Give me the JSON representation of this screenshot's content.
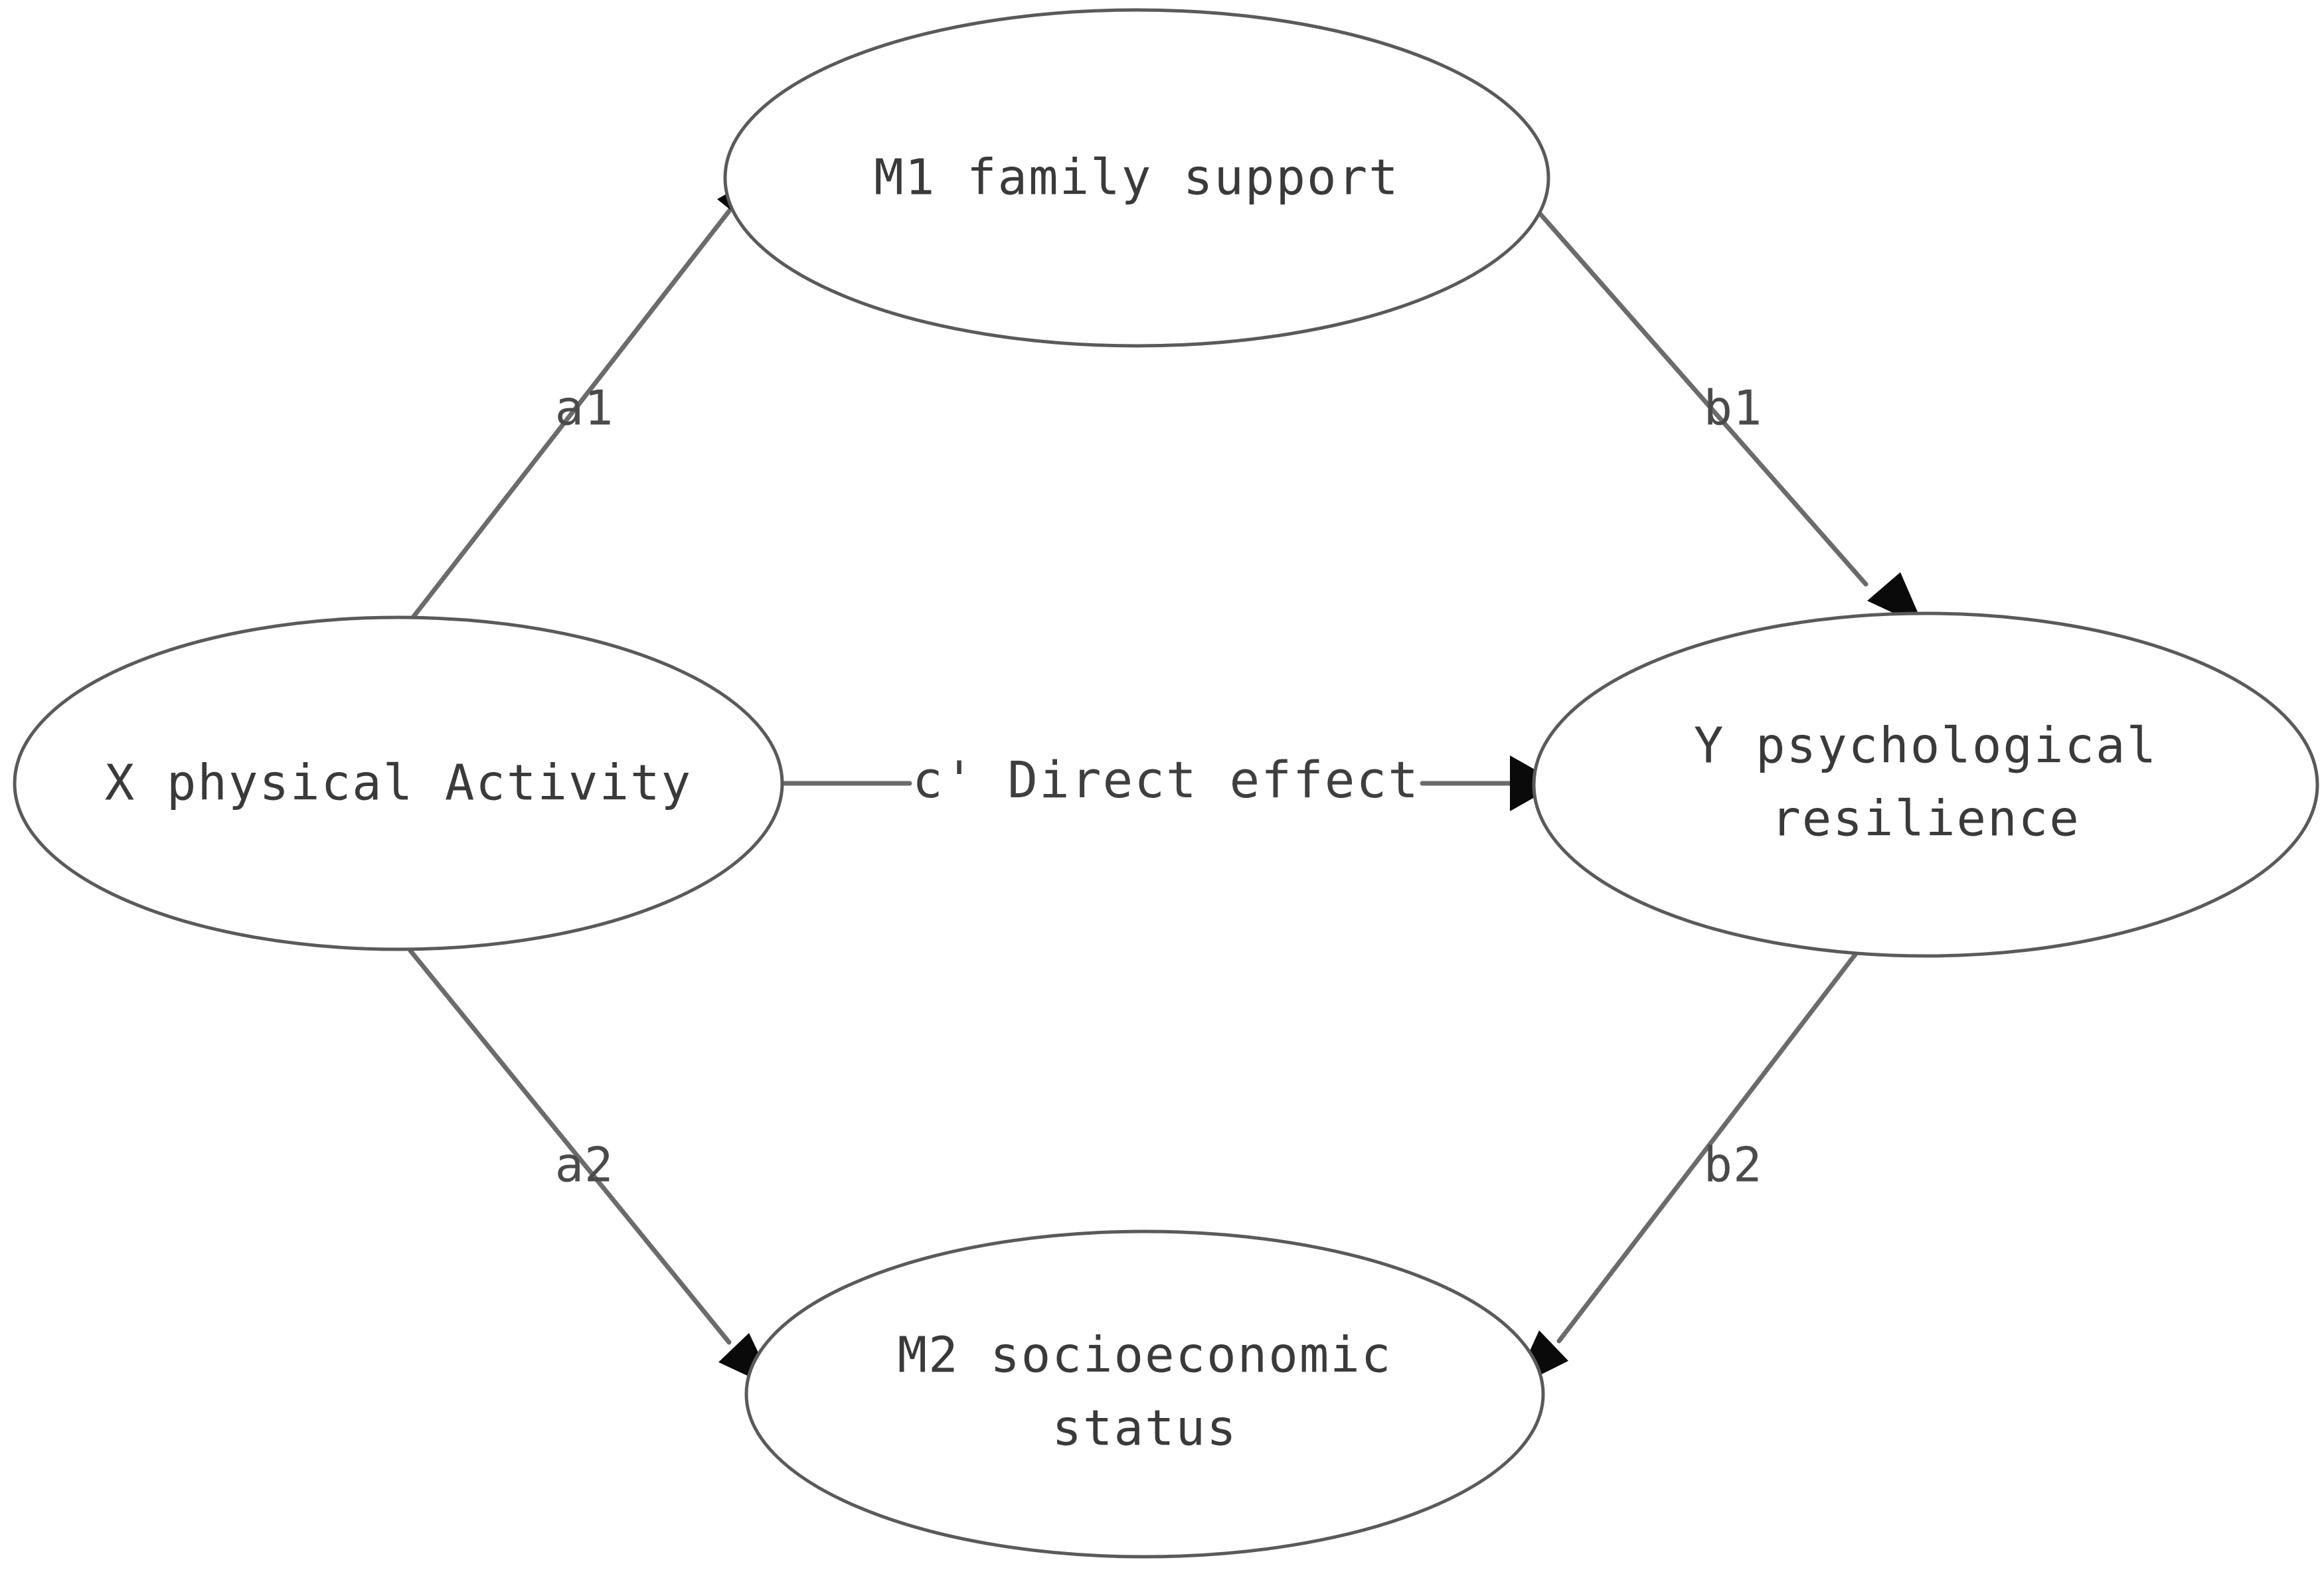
{
  "diagram": {
    "type": "mediation-path-model",
    "background_color": "#ffffff",
    "stroke_color": "#5a5a5a",
    "arrow_color": "#0a0a0a",
    "text_color": "#3a3a3a",
    "nodes": [
      {
        "id": "M1",
        "role": "mediator",
        "shape": "ellipse",
        "label": "M1 family support",
        "lines": [
          "M1 family support"
        ],
        "position": "top-center"
      },
      {
        "id": "X",
        "role": "independent-variable",
        "shape": "ellipse",
        "label": "X physical Activity",
        "lines": [
          "X physical Activity"
        ],
        "position": "middle-left"
      },
      {
        "id": "Y",
        "role": "dependent-variable",
        "shape": "ellipse",
        "label": "Y psychological resilience",
        "lines": [
          "Y psychological",
          "resilience"
        ],
        "position": "middle-right"
      },
      {
        "id": "M2",
        "role": "mediator",
        "shape": "ellipse",
        "label": "M2 socioeconomic status",
        "lines": [
          "M2 socioeconomic",
          "status"
        ],
        "position": "bottom-center"
      }
    ],
    "edges": [
      {
        "id": "a1",
        "label": "a1",
        "from": "X",
        "to": "M1",
        "arrow": true
      },
      {
        "id": "b1",
        "label": "b1",
        "from": "M1",
        "to": "Y",
        "arrow": true
      },
      {
        "id": "a2",
        "label": "a2",
        "from": "X",
        "to": "M2",
        "arrow": true
      },
      {
        "id": "b2",
        "label": "b2",
        "from": "Y",
        "to": "M2",
        "arrow": true
      },
      {
        "id": "c",
        "label": "c' Direct effect",
        "from": "X",
        "to": "Y",
        "arrow": true
      }
    ]
  }
}
